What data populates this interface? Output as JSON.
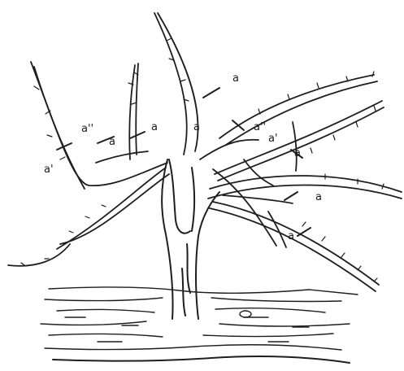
{
  "labels": {
    "a_1": "a",
    "a_2": "a",
    "a_3": "a",
    "a_4": "a",
    "a_5": "a",
    "a_6": "a",
    "a_7": "a",
    "a_8": "a''",
    "a_9": "a''",
    "a_10": "a'",
    "a_11": "a'"
  },
  "colors": {
    "ink": "#1e1e1e",
    "paper": "#ffffff"
  }
}
